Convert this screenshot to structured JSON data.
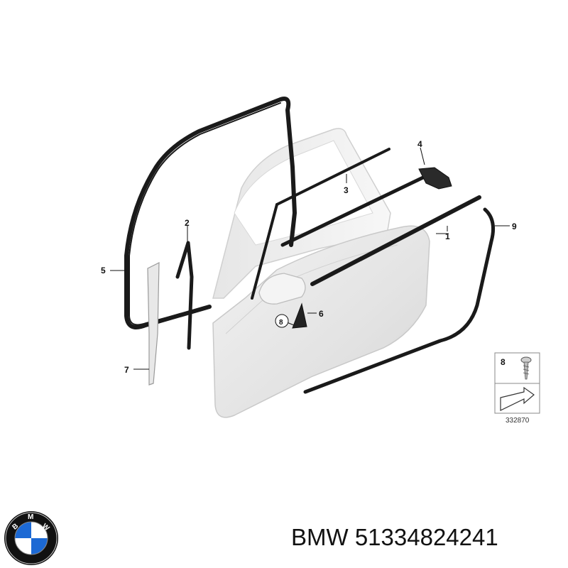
{
  "callouts": {
    "p1": "1",
    "p2": "2",
    "p3": "3",
    "p4": "4",
    "p5": "5",
    "p6": "6",
    "p7": "7",
    "p8": "8",
    "p9": "9"
  },
  "legend": {
    "item": "8",
    "diagram_number": "332870"
  },
  "logo": {
    "letters": [
      "B",
      "M",
      "W"
    ],
    "colors": {
      "blue": "#1c69d4",
      "white": "#ffffff",
      "ring": "#111111"
    }
  },
  "caption": {
    "brand": "BMW",
    "part_number": "51334824241"
  }
}
